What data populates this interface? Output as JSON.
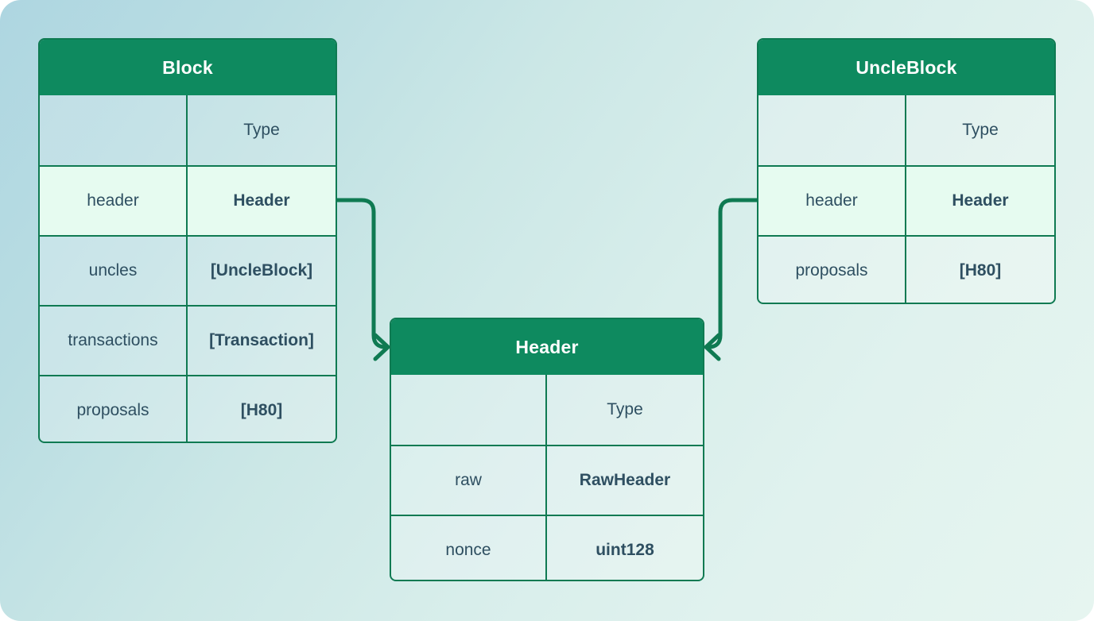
{
  "diagram": {
    "kind": "entity-relationship-diagram",
    "background": {
      "gradient_from": "#aed6e1",
      "gradient_to": "#e6f5f0"
    },
    "colors": {
      "entity_header_green": "#0e8a5f",
      "border_green": "#0f7a52",
      "connector_green": "#0f7a52",
      "text_dark": "#2e4f61",
      "title_text": "#ffffff",
      "row_highlight": "#e6fbf0"
    },
    "entities": [
      {
        "id": "block",
        "title": "Block",
        "header_row": {
          "name": "",
          "type": "Type"
        },
        "fields": [
          {
            "name": "header",
            "type": "Header",
            "highlight": true
          },
          {
            "name": "uncles",
            "type": "[UncleBlock]",
            "highlight": false
          },
          {
            "name": "transactions",
            "type": "[Transaction]",
            "highlight": false
          },
          {
            "name": "proposals",
            "type": "[H80]",
            "highlight": false
          }
        ]
      },
      {
        "id": "uncleblock",
        "title": "UncleBlock",
        "header_row": {
          "name": "",
          "type": "Type"
        },
        "fields": [
          {
            "name": "header",
            "type": "Header",
            "highlight": true
          },
          {
            "name": "proposals",
            "type": "[H80]",
            "highlight": false
          }
        ]
      },
      {
        "id": "header",
        "title": "Header",
        "header_row": {
          "name": "",
          "type": "Type"
        },
        "fields": [
          {
            "name": "raw",
            "type": "RawHeader",
            "highlight": false
          },
          {
            "name": "nonce",
            "type": "uint128",
            "highlight": false
          }
        ]
      }
    ],
    "relations": [
      {
        "id": "block-header-to-header",
        "from_entity": "Block",
        "from_field": "header",
        "to_entity": "Header",
        "arrow": "open-chevron",
        "direction": "right-then-down-then-right"
      },
      {
        "id": "uncleblock-header-to-header",
        "from_entity": "UncleBlock",
        "from_field": "header",
        "to_entity": "Header",
        "arrow": "open-chevron",
        "direction": "left-then-down-then-left"
      }
    ]
  }
}
